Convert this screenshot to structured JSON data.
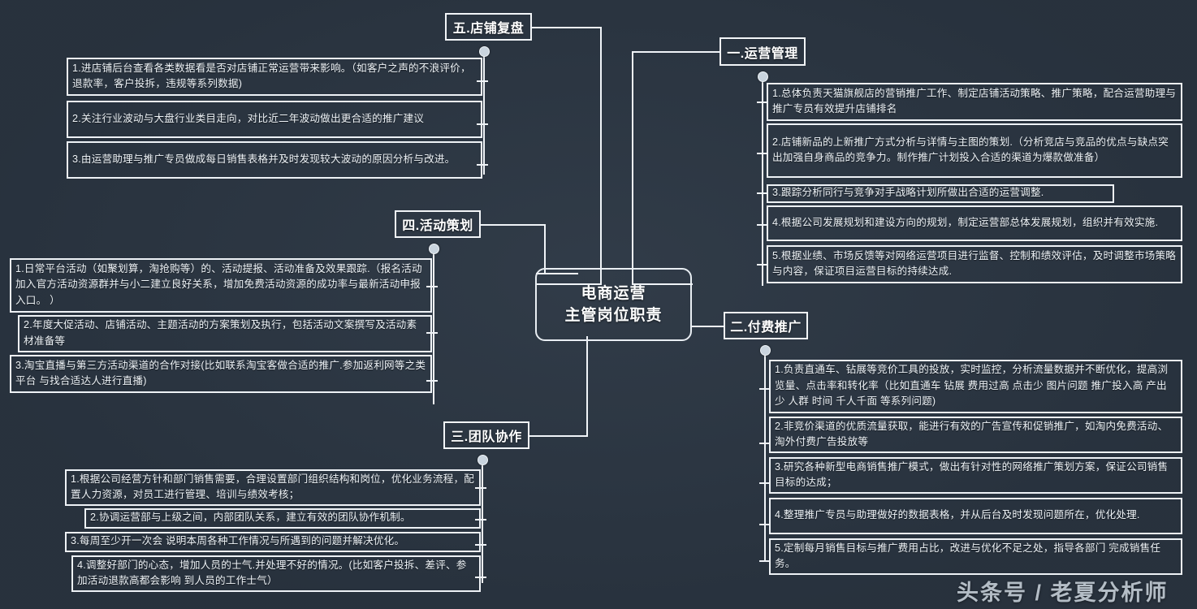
{
  "central": {
    "line1": "电商运营",
    "line2": "主管岗位职责"
  },
  "watermark": "头条号 / 老夏分析师",
  "colors": {
    "background": "#2c3744",
    "line": "#f0f4f8",
    "text": "#eef3f7",
    "hub": "#c9d4de"
  },
  "branches": [
    {
      "id": "operations-management",
      "title": "一.运营管理",
      "items": [
        "1.总体负责天猫旗舰店的营销推广工作、制定店铺活动策略、推广策略，配合运营助理与推广专员有效提升店铺排名",
        "2.店铺新品的上新推广方式分析与详情与主图的策划.（分析竞店与竞品的优点与缺点突出加强自身商品的竞争力。制作推广计划投入合适的渠道为爆款做准备）",
        "3.跟踪分析同行与竞争对手战略计划所做出合适的运营调整.",
        "4.根据公司发展规划和建设方向的规划，制定运营部总体发展规划，组织并有效实施.",
        "5.根据业绩、市场反馈等对网络运营项目进行监督、控制和绩效评估，及时调整市场策略与内容，保证项目运营目标的持续达成."
      ]
    },
    {
      "id": "paid-promotion",
      "title": "二.付费推广",
      "items": [
        "1.负责直通车、钻展等竞价工具的投放，实时监控，分析流量数据并不断优化，提高浏览量、点击率和转化率（比如直通车 钻展 费用过高 点击少 图片问题 推广投入高 产出少 人群 时间 千人千面 等系列问题)",
        "2.非竞价渠道的优质流量获取，能进行有效的广告宣传和促销推广，如淘内免费活动、淘外付费广告投放等",
        "3.研究各种新型电商销售推广模式，做出有针对性的网络推广策划方案，保证公司销售目标的达成；",
        "4.整理推广专员与助理做好的数据表格，并从后台及时发现问题所在，优化处理.",
        "5.定制每月销售目标与推广费用占比，改进与优化不足之处，指导各部门 完成销售任务。"
      ]
    },
    {
      "id": "team-collaboration",
      "title": "三.团队协作",
      "items": [
        "1.根据公司经营方针和部门销售需要，合理设置部门组织结构和岗位，优化业务流程，配置人力资源，对员工进行管理、培训与绩效考核；",
        "2.协调运营部与上级之间，内部团队关系，建立有效的团队协作机制。",
        "3.每周至少开一次会 说明本周各种工作情况与所遇到的问题并解决优化。",
        "4.调整好部门的心态，增加人员的士气.并处理不好的情况。(比如客户投拆、差评、参加活动退款高都会影响 到人员的工作士气）"
      ]
    },
    {
      "id": "activity-planning",
      "title": "四.活动策划",
      "items": [
        "1.日常平台活动（如聚划算，淘抢购等）的、活动提报、活动准备及效果跟踪.（报名活动加入官方活动资源群并与小二建立良好关系，增加免费活动资源的成功率与最新活动申报入口。 ）",
        "2.年度大促活动、店铺活动、主题活动的方案策划及执行，包括活动文案撰写及活动素材准备等",
        "3.淘宝直播与第三方活动渠道的合作对接(比如联系淘宝客做合适的推广.参加返利网等之类平台 与找合适达人进行直播)"
      ]
    },
    {
      "id": "store-review",
      "title": "五.店铺复盘",
      "items": [
        "1.进店铺后台查看各类数据看是否对店铺正常运营带来影响。（如客户之声的不浪评价，退款率，客户投拆，违规等系列数据)",
        "2.关注行业波动与大盘行业类目走向，对比近二年波动做出更合适的推广建议",
        "3.由运营助理与推广专员做成每日销售表格并及时发现较大波动的原因分析与改进。"
      ]
    }
  ]
}
